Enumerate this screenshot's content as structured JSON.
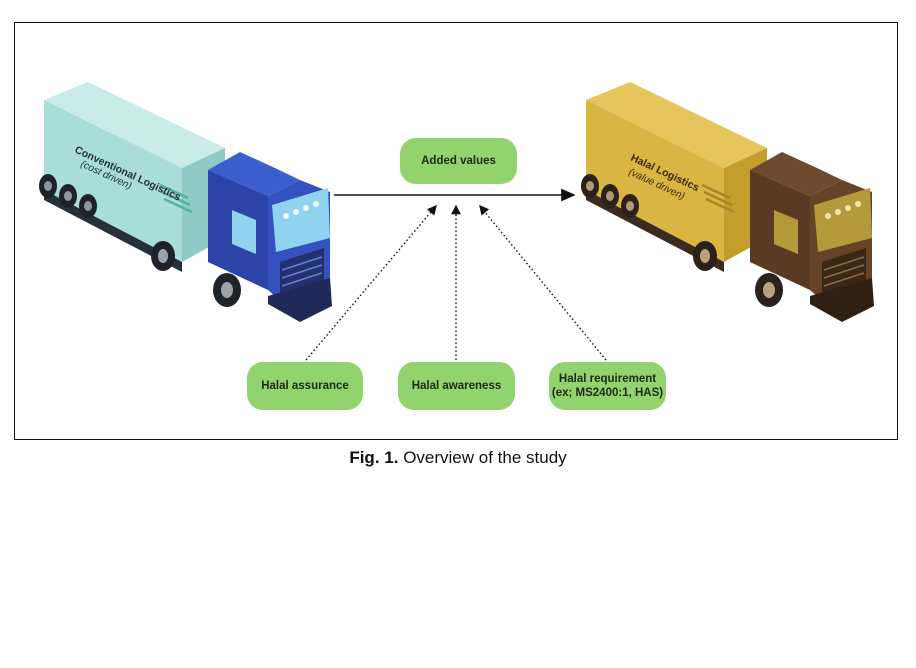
{
  "figure": {
    "left_truck": {
      "title": "Conventional Logistics",
      "subtitle": "(cost driven)",
      "trailer_color": "#a9ddd7",
      "cab_color": "#2c44a8"
    },
    "right_truck": {
      "title": "Halal Logistics",
      "subtitle": "(value driven)",
      "trailer_color": "#d9b542",
      "cab_color": "#5b3a23"
    },
    "center_node": "Added values",
    "factors": [
      {
        "label": "Halal assurance"
      },
      {
        "label": "Halal awareness"
      },
      {
        "label": "Halal requirement",
        "label2": "(ex; MS2400:1, HAS)"
      }
    ],
    "pill_color": "#92d36e"
  },
  "caption": {
    "label": "Fig. 1.",
    "text": "Overview of the study"
  }
}
